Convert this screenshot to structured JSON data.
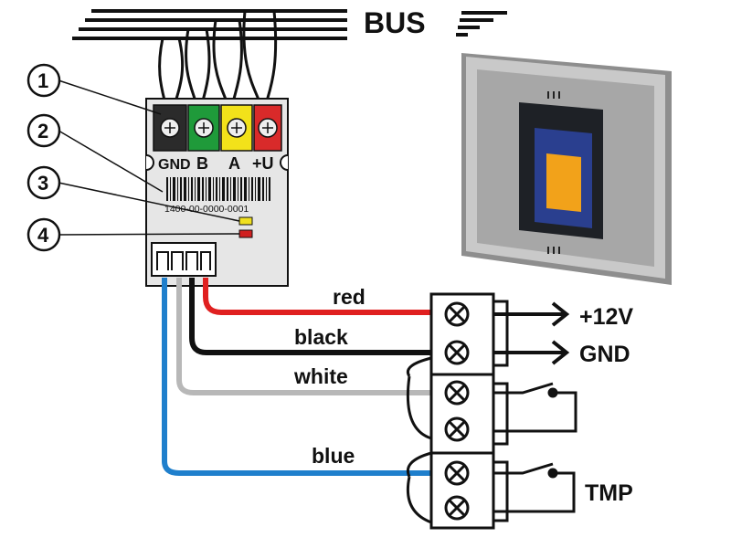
{
  "bus": {
    "label": "BUS"
  },
  "callouts": [
    "1",
    "2",
    "3",
    "4"
  ],
  "terminals": [
    "GND",
    "B",
    "A",
    "+U"
  ],
  "module": {
    "serial": "1400-00-0000-0001"
  },
  "wires": {
    "red": "red",
    "black": "black",
    "white": "white",
    "blue": "blue"
  },
  "outputs": {
    "v12": "+12V",
    "gnd": "GND",
    "tmp": "TMP"
  },
  "colors": {
    "terminal_gnd": "#2b2b2b",
    "terminal_b": "#1f9a3a",
    "terminal_a": "#f2e21a",
    "terminal_u": "#d92a2a",
    "wire_red": "#e02020",
    "wire_black": "#111111",
    "wire_white": "#b8b8b8",
    "wire_blue": "#1f7fcc",
    "sensor": "#f2a21a",
    "led_yellow": "#f0e020",
    "led_red": "#d02020"
  }
}
